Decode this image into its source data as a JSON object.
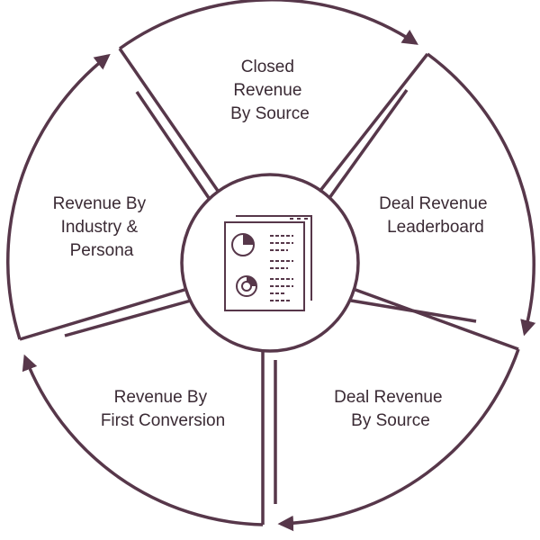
{
  "diagram": {
    "colors": {
      "stroke": "#57374a",
      "text": "#3a2a34",
      "background": "#ffffff"
    },
    "center_icon": "report-dashboard-icon",
    "segments": [
      {
        "id": "closed-revenue-by-source",
        "lines": [
          "Closed",
          "Revenue",
          "By Source"
        ]
      },
      {
        "id": "deal-revenue-leaderboard",
        "lines": [
          "Deal Revenue",
          "Leaderboard"
        ]
      },
      {
        "id": "deal-revenue-by-source",
        "lines": [
          "Deal Revenue",
          "By Source"
        ]
      },
      {
        "id": "revenue-by-first-conversion",
        "lines": [
          "Revenue By",
          "First Conversion"
        ]
      },
      {
        "id": "revenue-by-industry-persona",
        "lines": [
          "Revenue By",
          "Industry &",
          "Persona"
        ]
      }
    ]
  }
}
